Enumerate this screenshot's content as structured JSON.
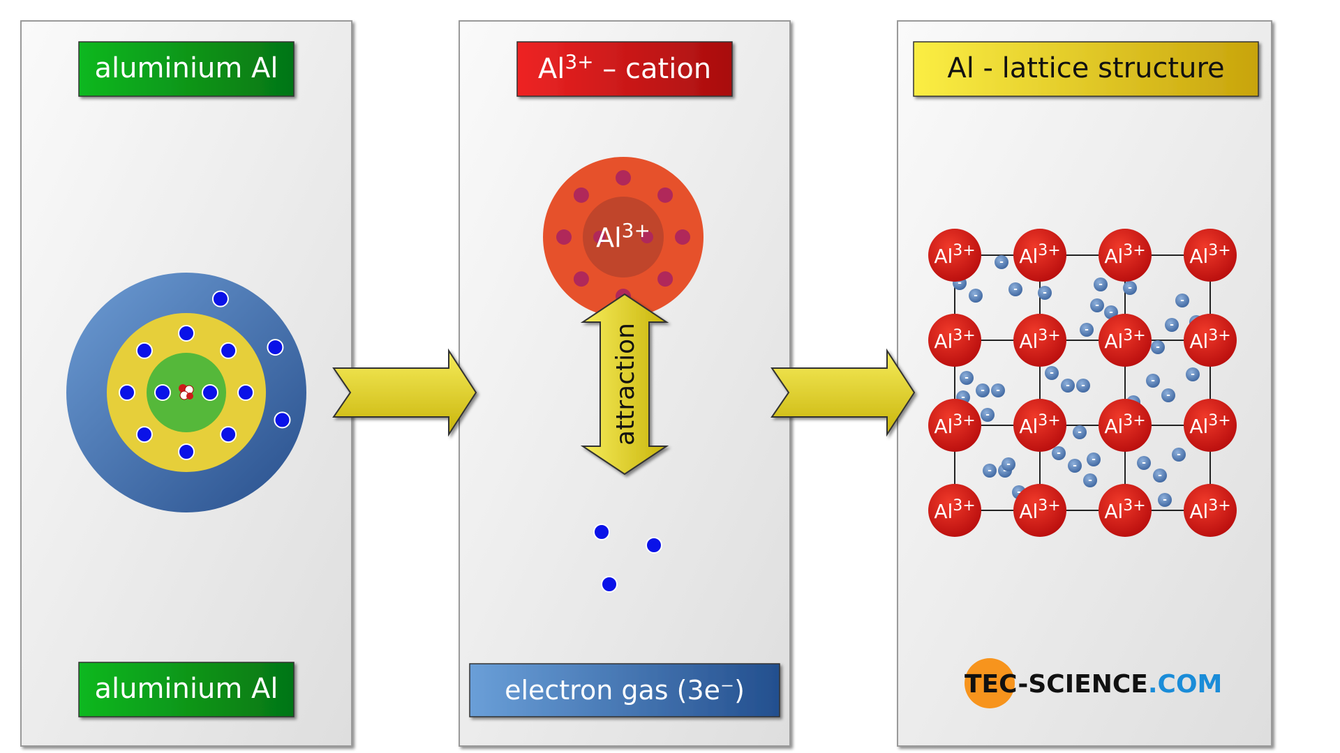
{
  "panels": {
    "atom": {
      "title": "aluminium Al",
      "footer": "aluminium Al",
      "shells": [
        2,
        8,
        3
      ]
    },
    "cation": {
      "title_base": "Al",
      "title_charge": "3+",
      "title_rest": " – cation",
      "ion_base": "Al",
      "ion_charge": "3+",
      "attraction": "attraction",
      "free_electrons": 3,
      "footer": "electron gas (3e⁻)"
    },
    "lattice": {
      "title": "Al - lattice structure",
      "ion_base": "Al",
      "ion_charge": "3+",
      "rows": 4,
      "cols": 4,
      "electron_symbol": "-"
    }
  },
  "logo": {
    "part1": "TEC",
    "dash": "-",
    "part2": "SCIENCE",
    "part3": ".COM"
  },
  "colors": {
    "panel_bg": "#ebebeb",
    "green": "#0a9a1a",
    "red": "#d41a1a",
    "yellow": "#e8d21c",
    "blue_box": "#3a6aa8",
    "outer_shell": "#3d6fae",
    "mid_shell": "#e9d23a",
    "core": "#5bbf3a",
    "electron": "#0a12e8",
    "cation_outer": "#e8502a",
    "cation_dot": "#b0285a",
    "lattice_ion": "#e01818",
    "lattice_electron": "#5b82b8",
    "logo_orange": "#f7941d",
    "logo_blue": "#1a8cd8"
  }
}
